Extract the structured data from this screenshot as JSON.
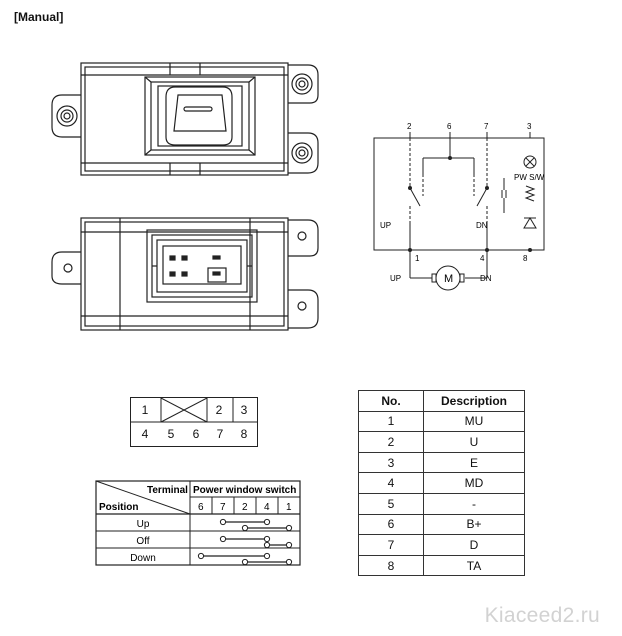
{
  "title": "[Manual]",
  "schematic": {
    "top_terminals": [
      "2",
      "6",
      "7",
      "3"
    ],
    "bottom_terminals": [
      "1",
      "4",
      "8"
    ],
    "switch_up_label": "UP",
    "switch_dn_label": "DN",
    "lamp_label": "PW S/W",
    "motor_up_label": "UP",
    "motor_dn_label": "DN",
    "motor_symbol": "M"
  },
  "connector": {
    "top_row": [
      "1",
      "2",
      "3"
    ],
    "bottom_row": [
      "4",
      "5",
      "6",
      "7",
      "8"
    ]
  },
  "terminal_table": {
    "terminal_header": "Terminal",
    "switch_header": "Power window switch",
    "position_header": "Position",
    "columns": [
      "6",
      "7",
      "2",
      "4",
      "1"
    ],
    "rows": [
      {
        "label": "Up",
        "connections": [
          [
            "7",
            "4"
          ],
          [
            "2",
            "1"
          ]
        ]
      },
      {
        "label": "Off",
        "connections": [
          [
            "7",
            "4"
          ],
          [
            "4",
            "1"
          ]
        ]
      },
      {
        "label": "Down",
        "connections": [
          [
            "6",
            "4"
          ],
          [
            "2",
            "1"
          ]
        ]
      }
    ]
  },
  "description_table": {
    "headers": [
      "No.",
      "Description"
    ],
    "rows": [
      {
        "no": "1",
        "desc": "MU"
      },
      {
        "no": "2",
        "desc": "U"
      },
      {
        "no": "3",
        "desc": "E"
      },
      {
        "no": "4",
        "desc": "MD"
      },
      {
        "no": "5",
        "desc": "-"
      },
      {
        "no": "6",
        "desc": "B+"
      },
      {
        "no": "7",
        "desc": "D"
      },
      {
        "no": "8",
        "desc": "TA"
      }
    ]
  },
  "watermark": "Kiaceed2.ru"
}
